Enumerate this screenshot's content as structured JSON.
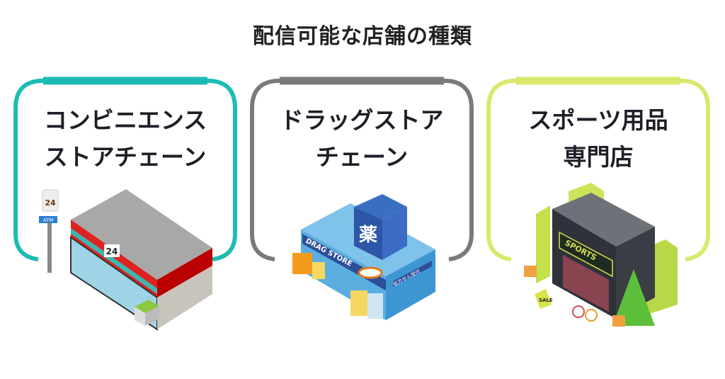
{
  "title": "配信可能な店舗の種類",
  "cards": [
    {
      "line1": "コンビニエンス",
      "line2": "ストアチェーン",
      "color": "#1cbcb4",
      "illustration": {
        "pole_sign": "24",
        "atm_sign": "ATM",
        "roof_sign": "24"
      }
    },
    {
      "line1": "ドラッグストア",
      "line2": "チェーン",
      "color": "#7a7a7a",
      "illustration": {
        "cube_sign": "薬",
        "banner": "DRAG STORE",
        "side_sign": "処方せん受付"
      }
    },
    {
      "line1": "スポーツ用品",
      "line2": "専門店",
      "color": "#d9e86c",
      "illustration": {
        "banner": "SPORTS",
        "board": "SALE"
      }
    }
  ]
}
